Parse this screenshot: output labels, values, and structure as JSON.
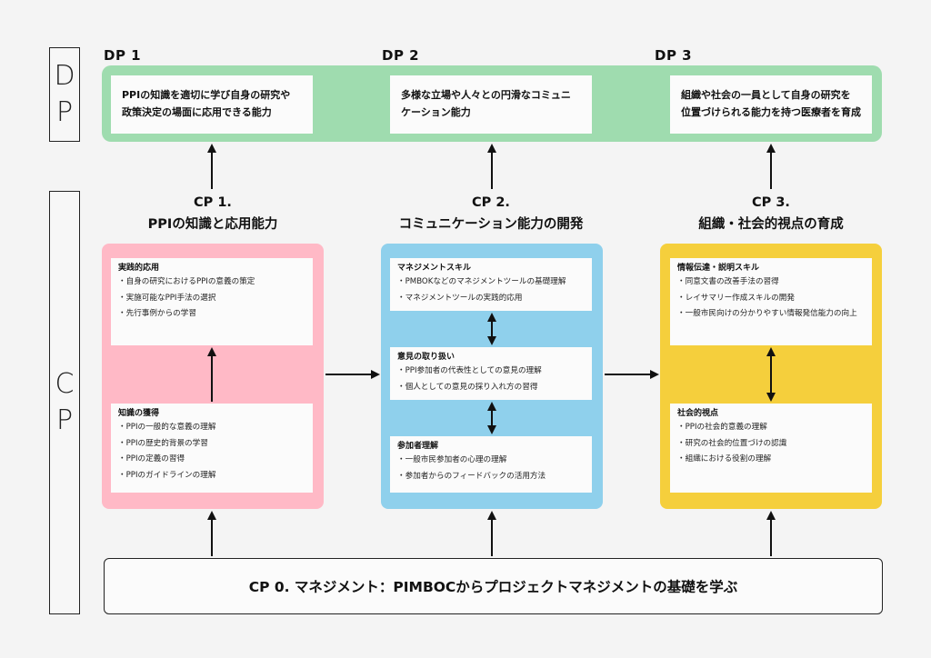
{
  "side_labels": {
    "dp": [
      "D",
      "P"
    ],
    "cp": [
      "C",
      "P"
    ]
  },
  "dp": [
    {
      "title": "DP 1",
      "text": [
        "PPIの知識を適切に学び自身の研究や",
        "政策決定の場面に応用できる能力"
      ]
    },
    {
      "title": "DP 2",
      "text": [
        "多様な立場や人々との円滑なコミュニ",
        "ケーション能力"
      ]
    },
    {
      "title": "DP 3",
      "text": [
        "組織や社会の一員として自身の研究を",
        "位置づけられる能力を持つ医療者を育成"
      ]
    }
  ],
  "cp": [
    {
      "title_line1": "CP 1.",
      "title_line2": "PPIの知識と応用能力",
      "cards": [
        {
          "title": "実践的応用",
          "items": [
            "・自身の研究におけるPPIの意義の策定",
            "・実施可能なPPI手法の選択",
            "・先行事例からの学習"
          ]
        },
        {
          "title": "知識の獲得",
          "items": [
            "・PPIの一般的な意義の理解",
            "・PPIの歴史的背景の学習",
            "・PPIの定義の習得",
            "・PPIのガイドラインの理解"
          ]
        }
      ]
    },
    {
      "title_line1": "CP 2.",
      "title_line2": "コミュニケーション能力の開発",
      "cards": [
        {
          "title": "マネジメントスキル",
          "items": [
            "・PMBOKなどのマネジメントツールの基礎理解",
            "・マネジメントツールの実践的応用"
          ]
        },
        {
          "title": "意見の取り扱い",
          "items": [
            "・PPI参加者の代表性としての意見の理解",
            "・個人としての意見の採り入れ方の習得"
          ]
        },
        {
          "title": "参加者理解",
          "items": [
            "・一般市民参加者の心理の理解",
            "・参加者からのフィードバックの活用方法"
          ]
        }
      ]
    },
    {
      "title_line1": "CP 3.",
      "title_line2": "組織・社会的視点の育成",
      "cards": [
        {
          "title": "情報伝達・説明スキル",
          "items": [
            "・同意文書の改善手法の習得",
            "・レイサマリー作成スキルの開発",
            "・一般市民向けの分かりやすい情報発信能力の向上"
          ]
        },
        {
          "title": "社会的視点",
          "items": [
            "・PPIの社会的意義の理解",
            "・研究の社会的位置づけの認識",
            "・組織における役割の理解"
          ]
        }
      ]
    }
  ],
  "cp0": {
    "text": "CP 0. マネジメント：PIMBOCからプロジェクトマネジメントの基礎を学ぶ"
  },
  "colors": {
    "dp_band": "#9fdcaf",
    "cp1_panel": "#ffb9c6",
    "cp2_panel": "#8fd0ec",
    "cp3_panel": "#f5cf3c"
  }
}
